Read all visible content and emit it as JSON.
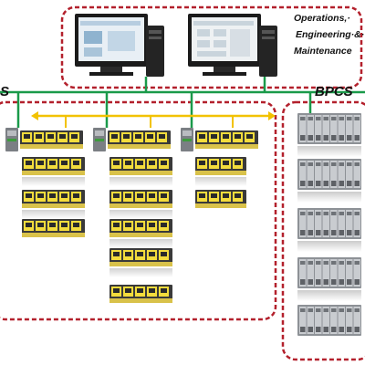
{
  "labels": {
    "ops_line1": "Operations,·",
    "ops_line2": "Engineering·&·",
    "ops_line3": "Maintenance",
    "sis": "S",
    "bpcs": "BPCS"
  },
  "colors": {
    "zone_border": "#b3202c",
    "network_line": "#1a9a4a",
    "arrow_yellow": "#f2c200",
    "module_yellow": "#f3dc3c",
    "module_dark": "#2a2a2a",
    "bpcs_gray": "#c9ccd0"
  },
  "icons": [
    "workstation-monitor-icon",
    "pc-tower-icon",
    "controller-rack-icon",
    "io-module-icon",
    "bpcs-rack-icon"
  ]
}
